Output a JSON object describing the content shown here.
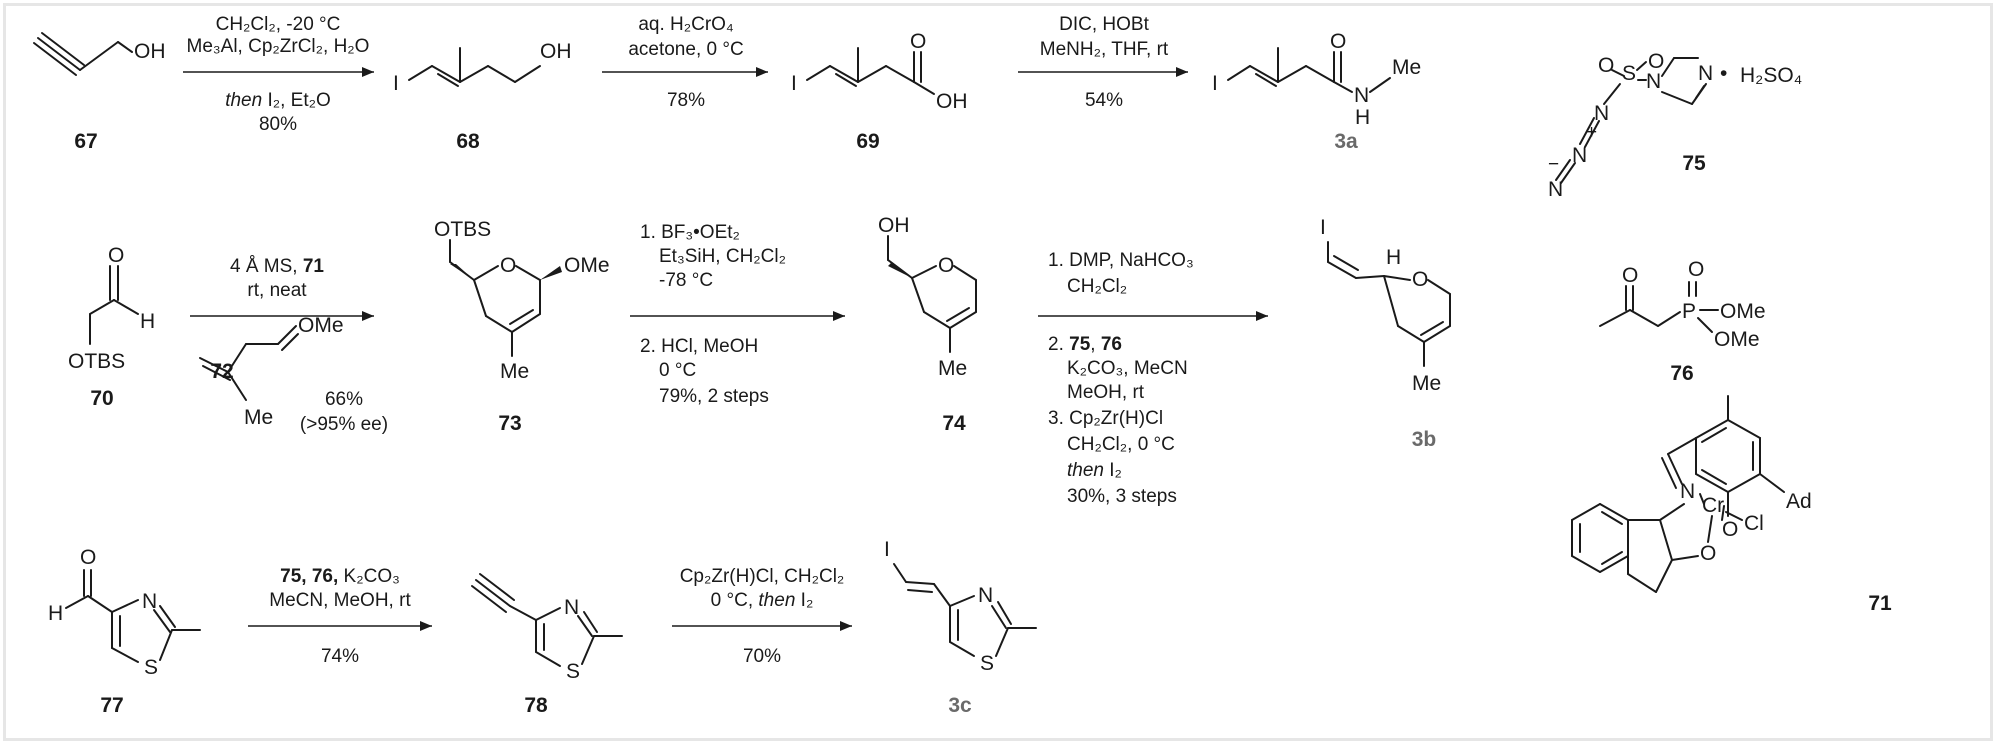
{
  "compounds": {
    "c67": "67",
    "c68": "68",
    "c69": "69",
    "c3a": "3a",
    "c75": "75",
    "c70": "70",
    "c72": "72",
    "c73": "73",
    "c74": "74",
    "c3b": "3b",
    "c76": "76",
    "c71": "71",
    "c77": "77",
    "c78": "78",
    "c3c": "3c"
  },
  "atoms": {
    "OH": "OH",
    "I": "I",
    "O": "O",
    "N": "N",
    "H": "H",
    "S": "S",
    "Me": "Me",
    "OMe": "OMe",
    "OTBS": "OTBS",
    "Ad": "Ad",
    "Cl": "Cl",
    "Cr": "Cr",
    "H2SO4": "H₂SO₄",
    "bullet": "•",
    "plus": "+",
    "minus": "−"
  },
  "reactions": {
    "r1": {
      "line1": "Me₃Al, Cp₂ZrCl₂, H₂O",
      "line2": "CH₂Cl₂, -20 °C",
      "line3_then": "then",
      "line3_rest": " I₂, Et₂O",
      "yield": "80%"
    },
    "r2": {
      "line1": "aq. H₂CrO₄",
      "line2": "acetone, 0 °C",
      "yield": "78%"
    },
    "r3": {
      "line1": "DIC, HOBt",
      "line2": "MeNH₂, THF, rt",
      "yield": "54%"
    },
    "r4": {
      "line1": "4 Å MS, ",
      "line1_bold": "71",
      "line2": "rt, neat",
      "reagent": "72",
      "yield": "66%",
      "ee": "(>95% ee)"
    },
    "r5": {
      "s1a": "1. BF₃•OEt₂",
      "s1b": "Et₃SiH, CH₂Cl₂",
      "s1c": "-78 °C",
      "s2a": "2. HCl, MeOH",
      "s2b": "0 °C",
      "yield": "79%, 2 steps"
    },
    "r6": {
      "s1a": "1. DMP, NaHCO₃",
      "s1b": "CH₂Cl₂",
      "s2a_pre": "2. ",
      "s2a_bold": "75",
      "s2a_sep": ", ",
      "s2a_bold2": "76",
      "s2b": "K₂CO₃, MeCN",
      "s2c": "MeOH, rt",
      "s3a": "3. Cp₂Zr(H)Cl",
      "s3b": "CH₂Cl₂, 0 °C",
      "s3c_then": "then",
      "s3c_rest": " I₂",
      "yield": "30%, 3 steps"
    },
    "r7": {
      "line1_bold": "75, 76,",
      "line1_rest": " K₂CO₃",
      "line2": "MeCN, MeOH, rt",
      "yield": "74%"
    },
    "r8": {
      "line1": "Cp₂Zr(H)Cl, CH₂Cl₂",
      "line2_pre": "0 °C, ",
      "line2_then": "then",
      "line2_rest": " I₂",
      "yield": "70%"
    }
  }
}
